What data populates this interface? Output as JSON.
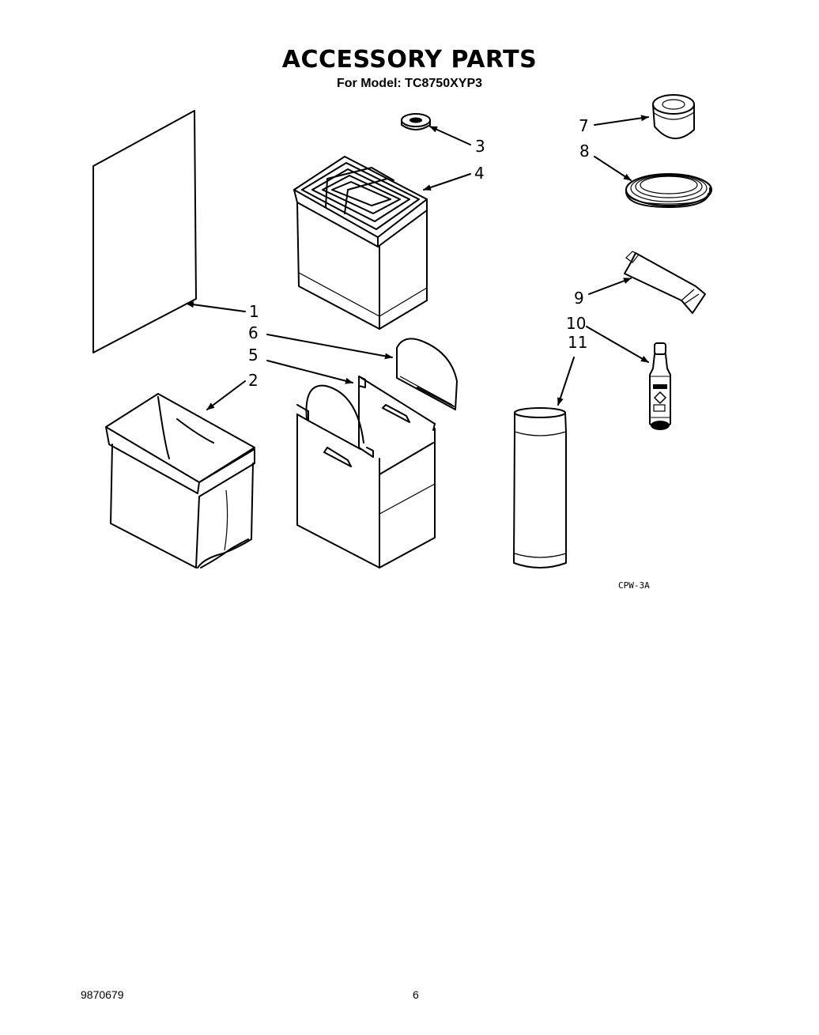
{
  "header": {
    "title": "ACCESSORY PARTS",
    "subtitle": "For Model: TC8750XYP3"
  },
  "diagram": {
    "callouts": [
      "1",
      "2",
      "3",
      "4",
      "5",
      "6",
      "7",
      "8",
      "9",
      "10",
      "11"
    ],
    "figure_code": "CPW-3A"
  },
  "footer": {
    "part_number": "9870679",
    "page_number": "6"
  }
}
